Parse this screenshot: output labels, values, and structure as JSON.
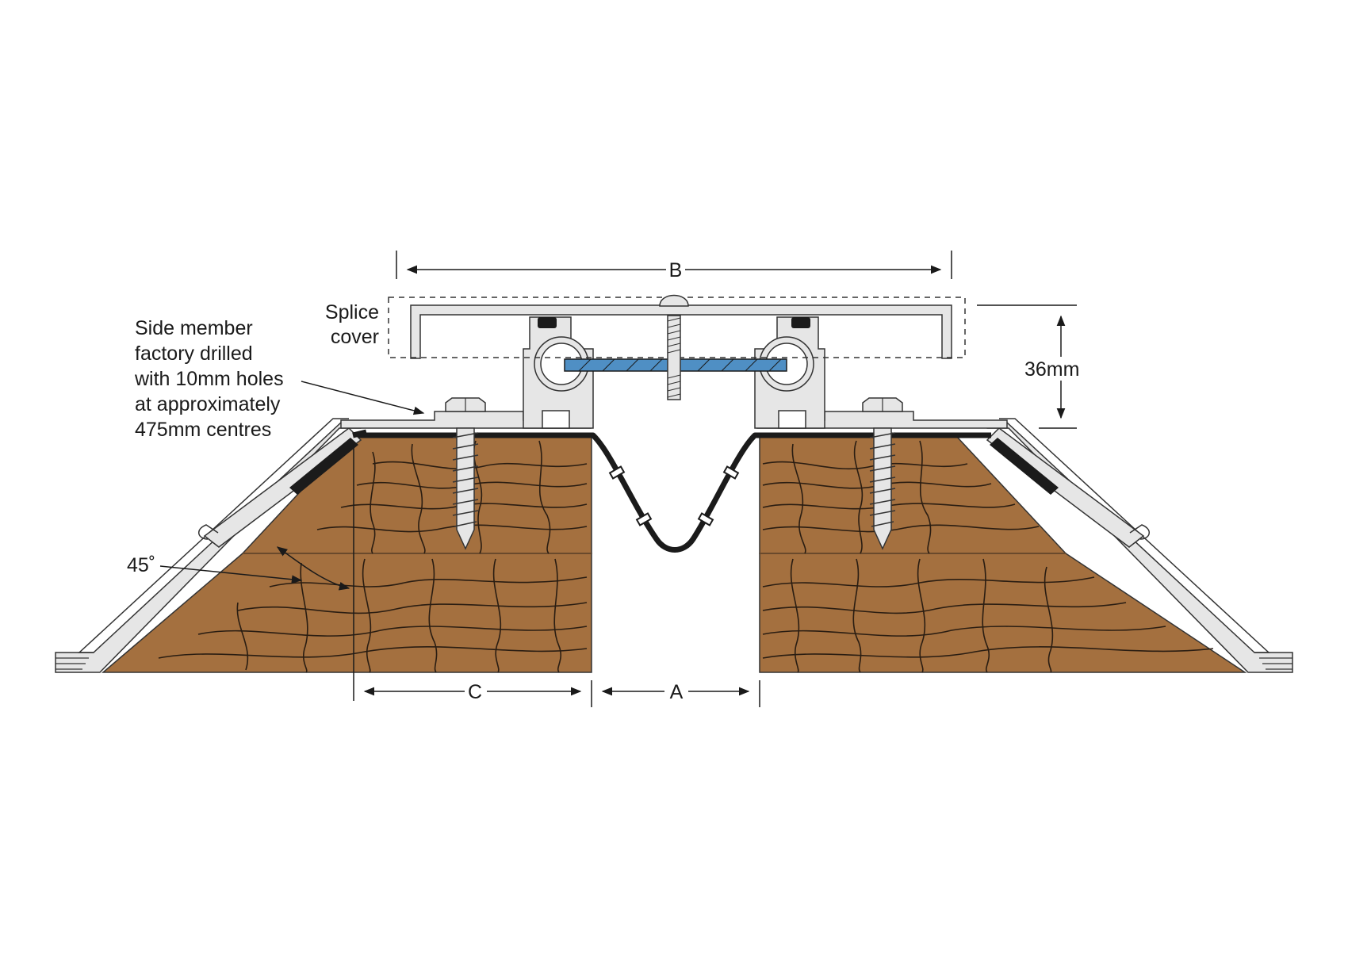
{
  "labels": {
    "side_member_note": [
      "Side member",
      "factory drilled",
      "with 10mm holes",
      "at approximately",
      "475mm centres"
    ],
    "splice_cover": [
      "Splice",
      "cover"
    ],
    "angle": "45˚",
    "dim_a": "A",
    "dim_b": "B",
    "dim_c": "C",
    "height": "36mm"
  },
  "colors": {
    "timber": "#a4703f",
    "timber_joint": "#6a4a2c",
    "aluminium": "#e6e6e6",
    "outline": "#333333",
    "membrane": "#1b1b1b",
    "splice_plate": "#4f8fc4",
    "grain": "#2a1d12"
  }
}
